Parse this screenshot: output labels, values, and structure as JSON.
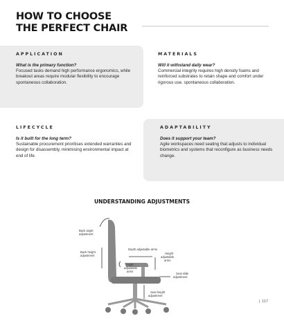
{
  "page": {
    "title_line1": "HOW TO CHOOSE",
    "title_line2": "THE PERFECT CHAIR",
    "page_number": "117"
  },
  "sections": {
    "application": {
      "heading": "APPLICATION",
      "question": "What is the primary function?",
      "body": "Focused tasks demand high performance ergonomics, while breakout areas require modular flexibility to encourage spontaneous collaboration."
    },
    "materials": {
      "heading": "MATERIALS",
      "question": "Will it withstand daily wear?",
      "body": "Commercial integrity requires high density foams and reinforced substrates to retain shape and comfort under rigorous use. spontaneous collaboration."
    },
    "lifecycle": {
      "heading": "LIFECYCLE",
      "question": "Is it built for the long term?",
      "body": "Sustainable procurement prioritises extended warranties and design for disassembly, minimising environmental impact at end of life."
    },
    "adaptability": {
      "heading": "ADAPTABILITY",
      "question": "Does it support your team?",
      "body": "Agile workspaces need seating that adjusts to individual biometrics and systems that reconfigure as business needs change."
    }
  },
  "diagram": {
    "heading": "UNDERSTANDING ADJUSTMENTS",
    "labels": {
      "back_angle_1": "Back angle",
      "back_angle_2": "adjustment",
      "back_height_1": "Back height",
      "back_height_2": "adjustment",
      "depth_arms": "Depth adjustable arms",
      "height_arms_1": "Height",
      "height_arms_2": "adjustable",
      "height_arms_3": "arms",
      "angle_arms_1": "Angle",
      "angle_arms_2": "adjustable",
      "angle_arms_3": "arms",
      "seat_slide_1": "Seat slide",
      "seat_slide_2": "adjustment",
      "seat_height_1": "Seat height",
      "seat_height_2": "adjustment"
    }
  }
}
